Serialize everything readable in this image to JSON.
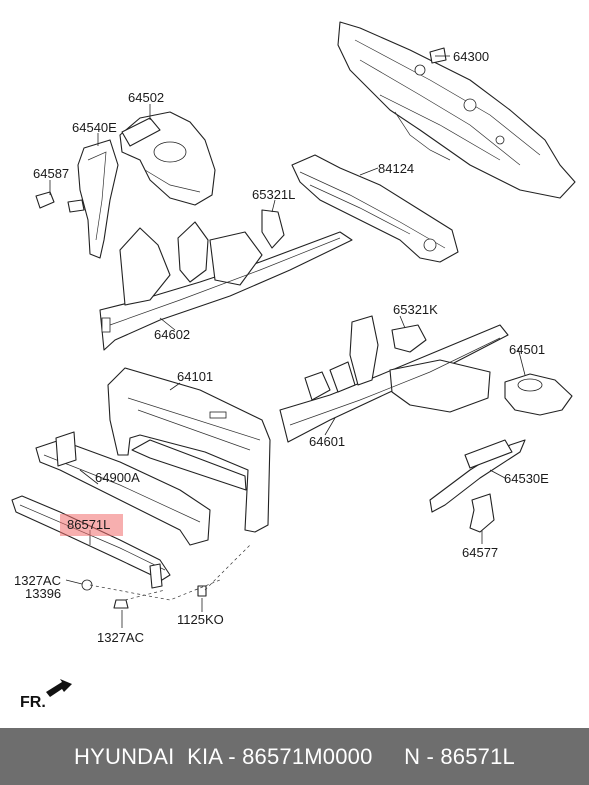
{
  "labels": {
    "p64300": "64300",
    "p84124": "84124",
    "p64502": "64502",
    "p64540E": "64540E",
    "p64587": "64587",
    "p65321L": "65321L",
    "p64602": "64602",
    "p65321K": "65321K",
    "p64101": "64101",
    "p64501": "64501",
    "p64601": "64601",
    "p64900A": "64900A",
    "p64530E": "64530E",
    "p86571L": "86571L",
    "p64577": "64577",
    "p1327AC_a": "1327AC",
    "p13396": "13396",
    "p1327AC_b": "1327AC",
    "p1125KO": "1125KO"
  },
  "front_indicator": "FR.",
  "footer": {
    "text": "HYUNDAI  KIA - 86571M0000     N - 86571L"
  },
  "highlight_color": "#f06e6e",
  "footer_color": "#6e6e6e"
}
